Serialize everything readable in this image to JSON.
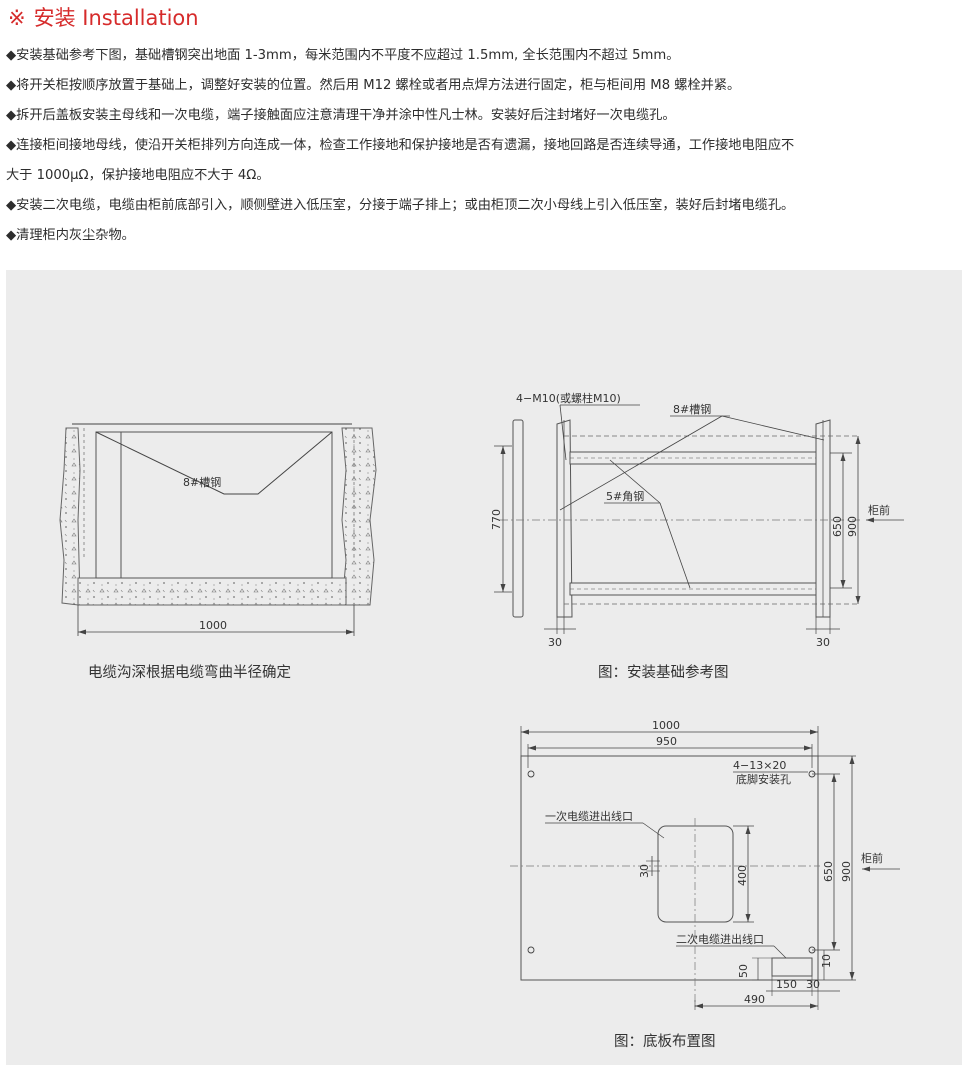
{
  "header": {
    "mark": "※",
    "title": "安装 Installation"
  },
  "instructions": [
    "◆安装基础参考下图，基础槽钢突出地面 1-3mm，每米范围内不平度不应超过 1.5mm, 全长范围内不超过 5mm。",
    "◆将开关柜按顺序放置于基础上，调整好安装的位置。然后用 M12 螺栓或者用点焊方法进行固定，柜与柜间用 M8 螺栓并紧。",
    "◆拆开后盖板安装主母线和一次电缆，端子接触面应注意清理干净并涂中性凡士林。安装好后注封堵好一次电缆孔。",
    "◆连接柜间接地母线，使沿开关柜排列方向连成一体，检查工作接地和保护接地是否有遗漏，接地回路是否连续导通，工作接地电阻应不",
    "大于 1000μΩ，保护接地电阻应不大于 4Ω。",
    "◆安装二次电缆，电缆由柜前底部引入，顺侧壁进入低压室，分接于端子排上；或由柜顶二次小母线上引入低压室，装好后封堵电缆孔。",
    "◆清理柜内灰尘杂物。"
  ],
  "fig1": {
    "channel_label": "8#槽钢",
    "width_dim": "1000",
    "caption": "电缆沟深根据电缆弯曲半径确定"
  },
  "fig2": {
    "bolt_label": "4−M10(或螺柱M10)",
    "channel_label": "8#槽钢",
    "angle_label": "5#角钢",
    "dim_770": "770",
    "dim_650": "650",
    "dim_900": "900",
    "front_label": "柜前",
    "dim_30_left": "30",
    "dim_30_right": "30",
    "caption": "图：安装基础参考图"
  },
  "fig3": {
    "dim_1000": "1000",
    "dim_950": "950",
    "hole_spec": "4−13×20",
    "hole_label": "底脚安装孔",
    "primary_cable_label": "一次电缆进出线口",
    "secondary_cable_label": "二次电缆进出线口",
    "dim_30": "30",
    "dim_400": "400",
    "dim_650": "650",
    "dim_900": "900",
    "front_label": "柜前",
    "dim_50": "50",
    "dim_10": "10",
    "dim_150": "150",
    "dim_30_b": "30",
    "dim_490": "490",
    "caption": "图：底板布置图"
  }
}
